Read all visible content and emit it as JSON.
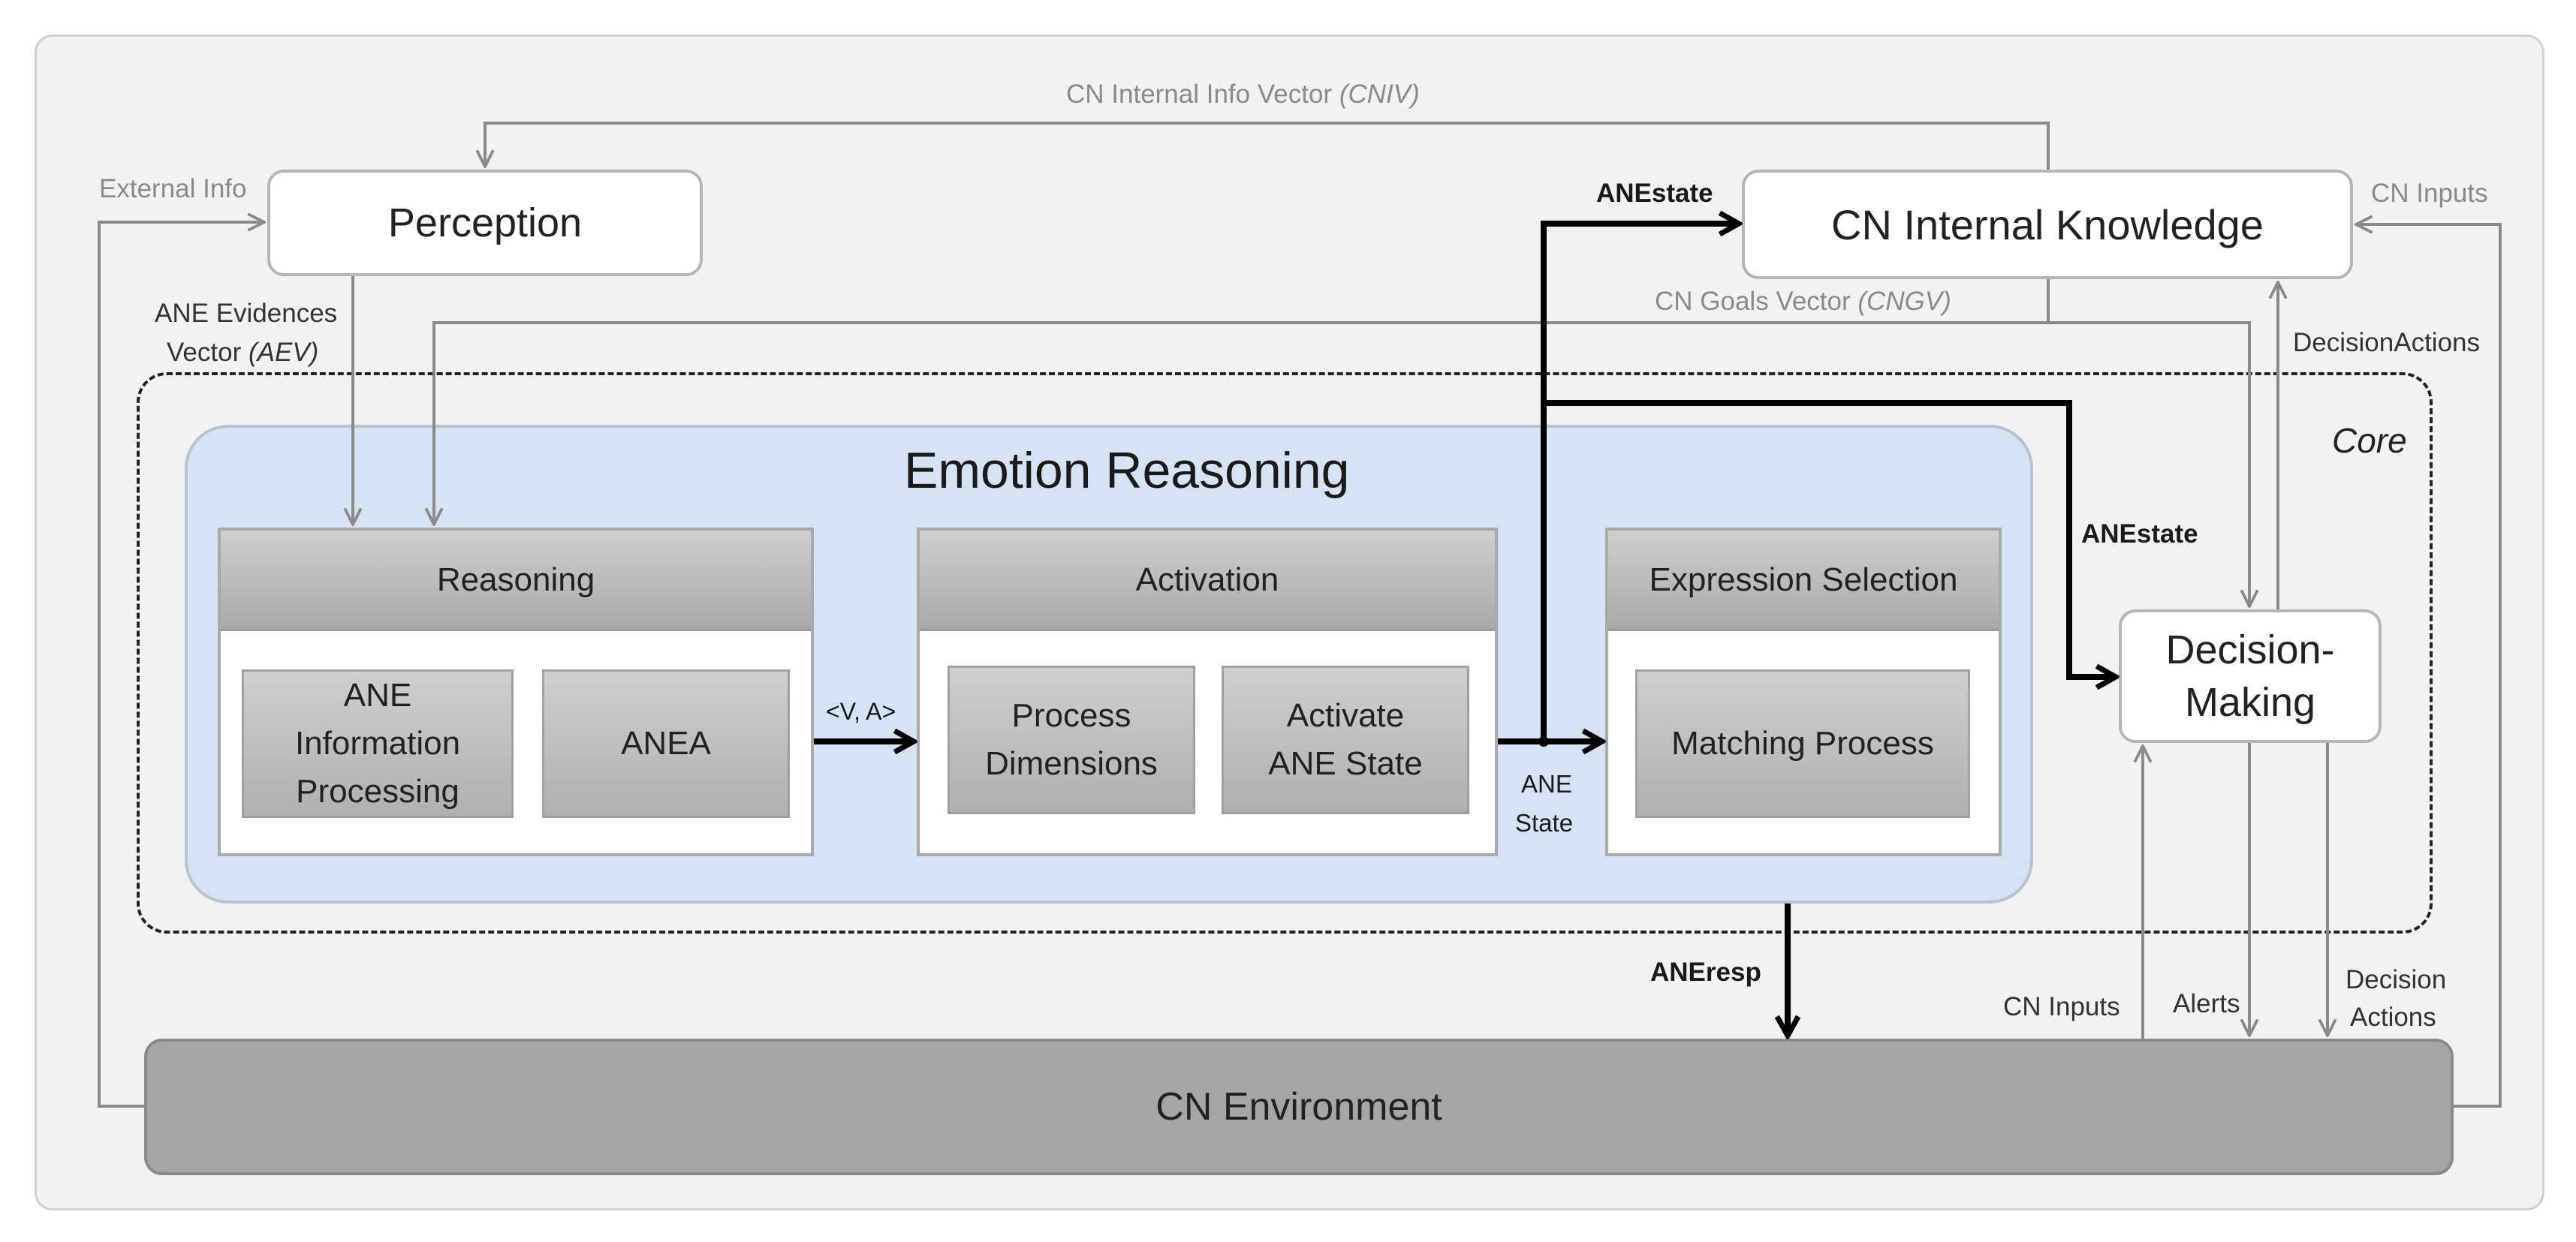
{
  "boxes": {
    "perception": "Perception",
    "cn_internal_knowledge": "CN Internal Knowledge",
    "emotion_reasoning": "Emotion Reasoning",
    "reasoning": "Reasoning",
    "ane_information_processing": "ANE Information Processing",
    "anea": "ANEA",
    "activation": "Activation",
    "process_dimensions": "Process Dimensions",
    "activate_ane_state": "Activate ANE State",
    "expression_selection": "Expression Selection",
    "matching_process": "Matching Process",
    "decision_making": "Decision-Making",
    "cn_environment": "CN Environment",
    "core": "Core"
  },
  "labels": {
    "cniv_text": "CN Internal Info Vector",
    "cniv_abbr": "(CNIV)",
    "external_info": "External Info",
    "cn_inputs_top": "CN Inputs",
    "ane_evidences": "ANE Evidences",
    "vector_text": "Vector",
    "aev_abbr": "(AEV)",
    "cngv_text": "CN Goals Vector",
    "cngv_abbr": "(CNGV)",
    "decision_actions_right": "DecisionActions",
    "anestate_top": "ANEstate",
    "anestate_mid": "ANEstate",
    "va": "<V, A>",
    "ane_state_line1": "ANE",
    "ane_state_line2": "State",
    "aneresp": "ANEresp",
    "cn_inputs_bottom": "CN Inputs",
    "alerts": "Alerts",
    "decision_actions_bottom_1": "Decision",
    "decision_actions_bottom_2": "Actions"
  },
  "colors": {
    "frame": "#f2f2f2",
    "emotion_reasoning_fill": "#d6e3f4",
    "environment_fill": "#a6a6a6",
    "grey_arrow": "#8a8a8a",
    "black_arrow": "#000000"
  }
}
